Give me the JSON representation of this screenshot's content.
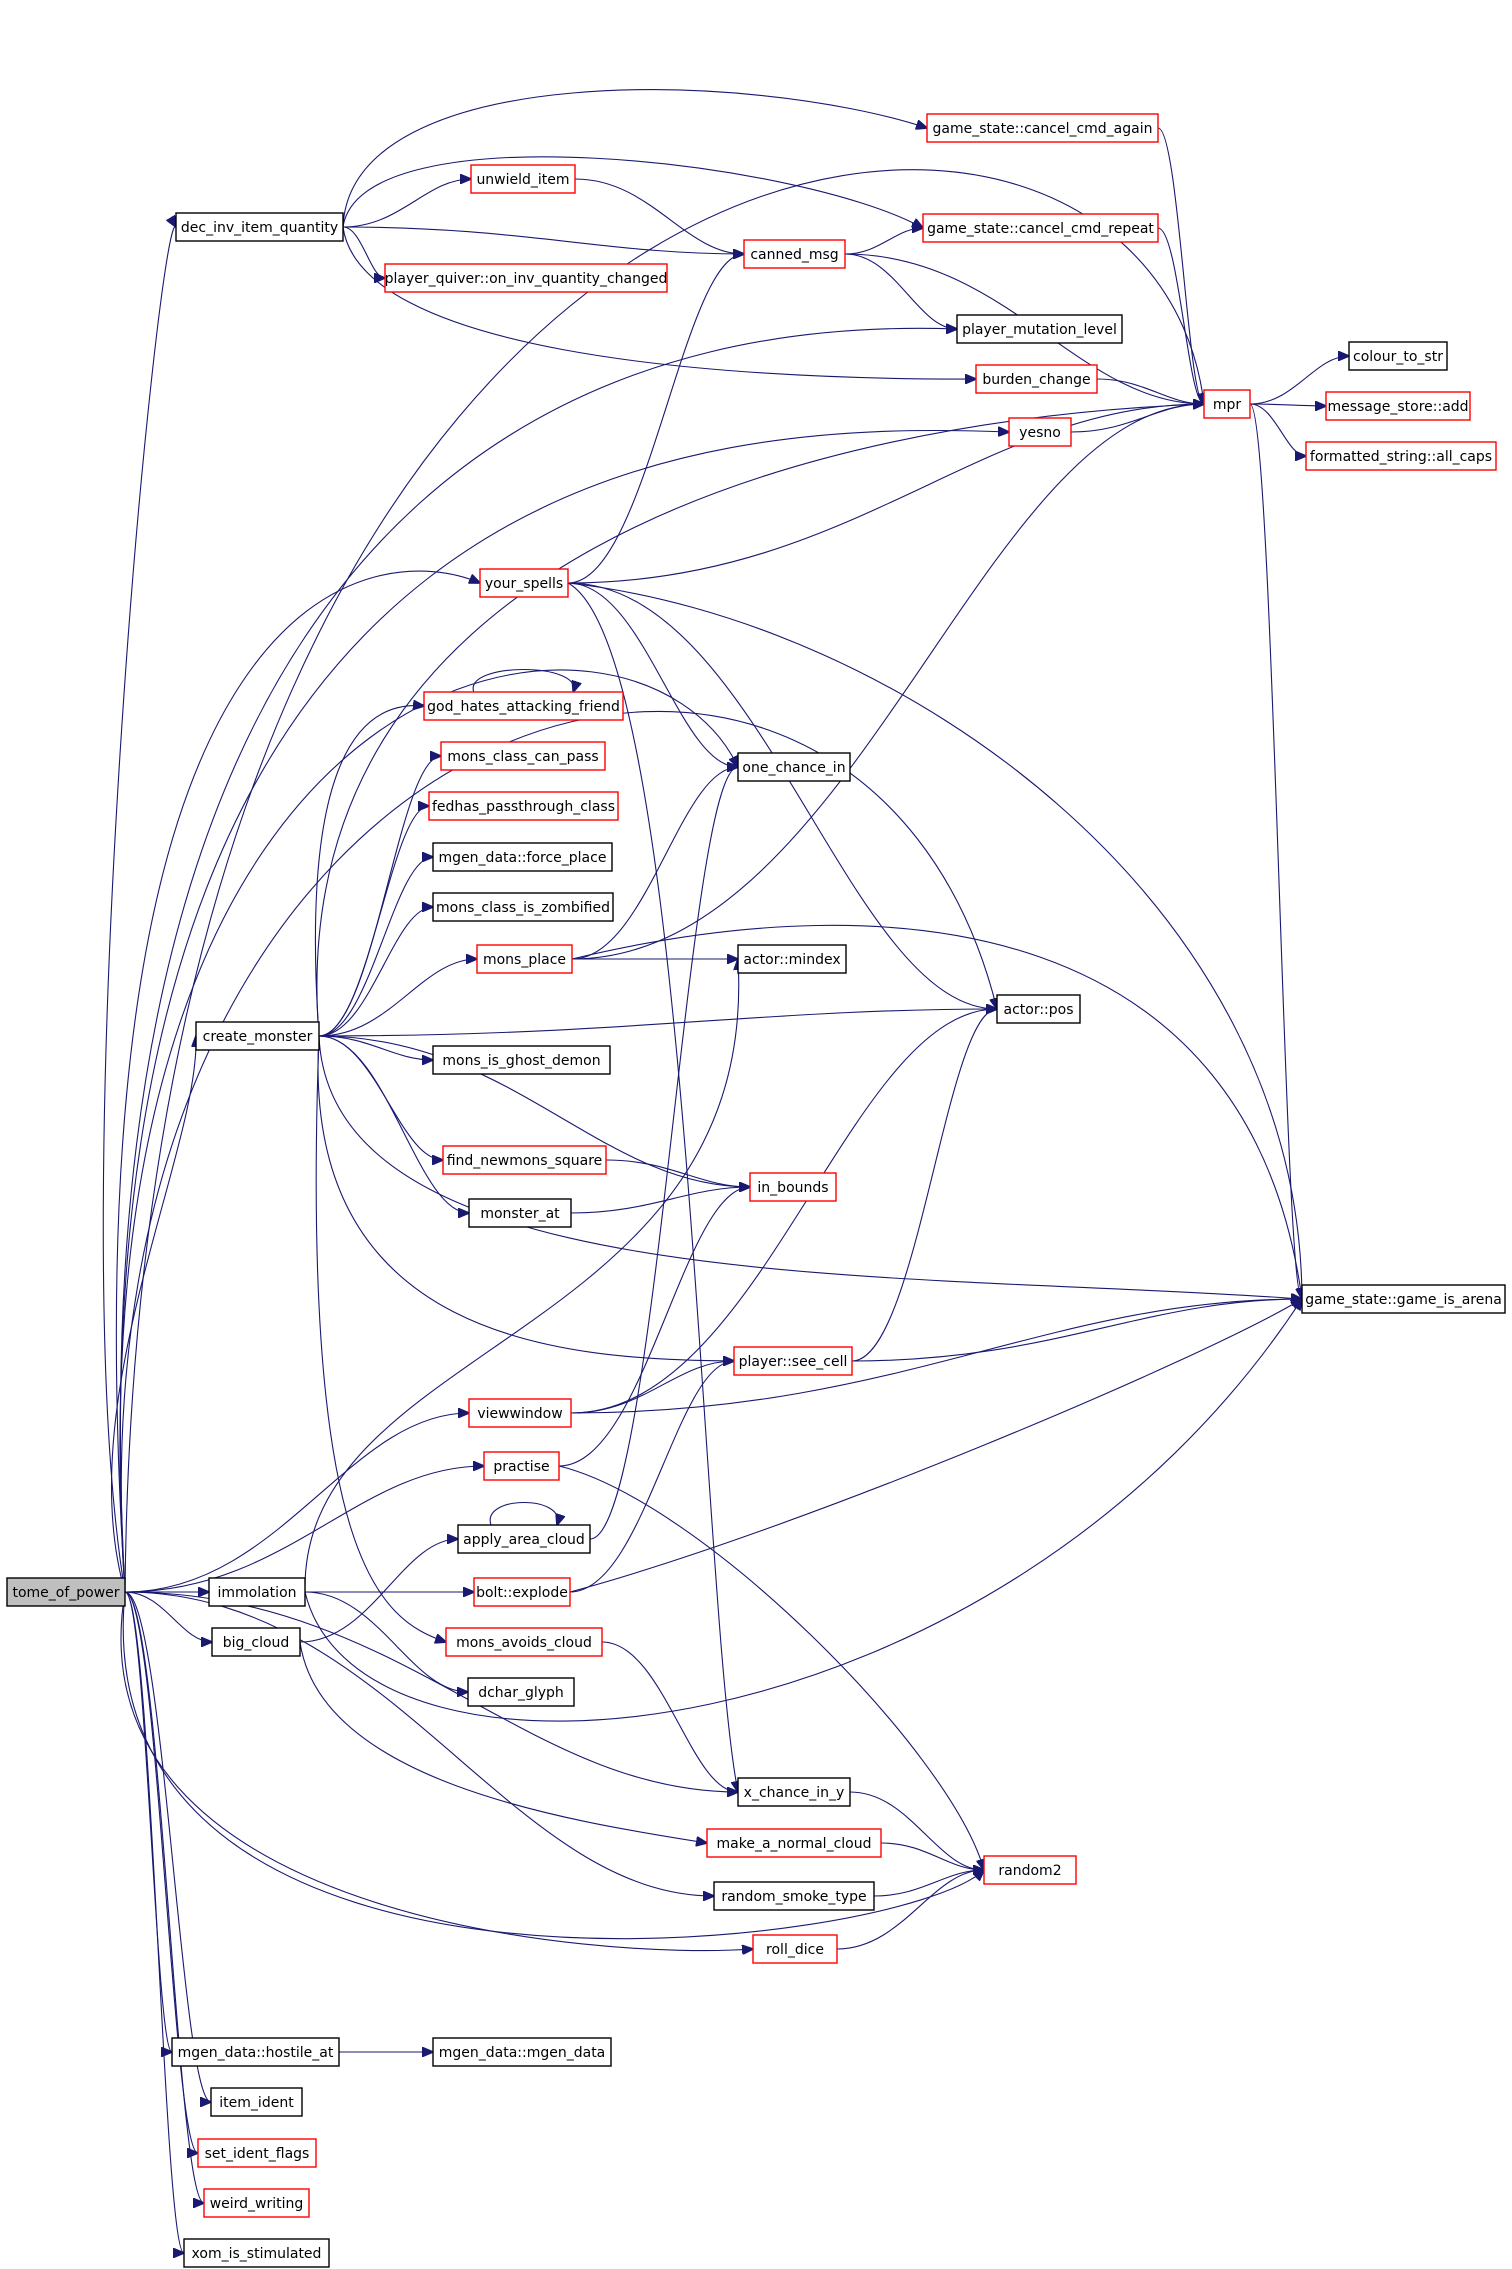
{
  "colors": {
    "edge": "#191970",
    "node_border_black": "#000000",
    "node_border_red": "#ff0000",
    "root_fill": "#bfbfbf",
    "node_fill": "#ffffff"
  },
  "nodes": [
    {
      "id": "tome_of_power",
      "label": "tome_of_power",
      "border": "black",
      "root": true
    },
    {
      "id": "dec_inv_item_quantity",
      "label": "dec_inv_item_quantity",
      "border": "black"
    },
    {
      "id": "unwield_item",
      "label": "unwield_item",
      "border": "red"
    },
    {
      "id": "player_quiver_on_inv_quantity_changed",
      "label": "player_quiver::on_inv_quantity_changed",
      "border": "red"
    },
    {
      "id": "canned_msg",
      "label": "canned_msg",
      "border": "red"
    },
    {
      "id": "game_state_cancel_cmd_again",
      "label": "game_state::cancel_cmd_again",
      "border": "red"
    },
    {
      "id": "game_state_cancel_cmd_repeat",
      "label": "game_state::cancel_cmd_repeat",
      "border": "red"
    },
    {
      "id": "player_mutation_level",
      "label": "player_mutation_level",
      "border": "black"
    },
    {
      "id": "burden_change",
      "label": "burden_change",
      "border": "red"
    },
    {
      "id": "yesno",
      "label": "yesno",
      "border": "red"
    },
    {
      "id": "mpr",
      "label": "mpr",
      "border": "red"
    },
    {
      "id": "colour_to_str",
      "label": "colour_to_str",
      "border": "black"
    },
    {
      "id": "message_store_add",
      "label": "message_store::add",
      "border": "red"
    },
    {
      "id": "formatted_string_all_caps",
      "label": "formatted_string::all_caps",
      "border": "red"
    },
    {
      "id": "your_spells",
      "label": "your_spells",
      "border": "red"
    },
    {
      "id": "god_hates_attacking_friend",
      "label": "god_hates_attacking_friend",
      "border": "red"
    },
    {
      "id": "mons_class_can_pass",
      "label": "mons_class_can_pass",
      "border": "red"
    },
    {
      "id": "fedhas_passthrough_class",
      "label": "fedhas_passthrough_class",
      "border": "red"
    },
    {
      "id": "mgen_data_force_place",
      "label": "mgen_data::force_place",
      "border": "black"
    },
    {
      "id": "mons_class_is_zombified",
      "label": "mons_class_is_zombified",
      "border": "black"
    },
    {
      "id": "mons_place",
      "label": "mons_place",
      "border": "red"
    },
    {
      "id": "one_chance_in",
      "label": "one_chance_in",
      "border": "black"
    },
    {
      "id": "actor_mindex",
      "label": "actor::mindex",
      "border": "black"
    },
    {
      "id": "create_monster",
      "label": "create_monster",
      "border": "black"
    },
    {
      "id": "actor_pos",
      "label": "actor::pos",
      "border": "black"
    },
    {
      "id": "mons_is_ghost_demon",
      "label": "mons_is_ghost_demon",
      "border": "black"
    },
    {
      "id": "find_newmons_square",
      "label": "find_newmons_square",
      "border": "red"
    },
    {
      "id": "in_bounds",
      "label": "in_bounds",
      "border": "red"
    },
    {
      "id": "monster_at",
      "label": "monster_at",
      "border": "black"
    },
    {
      "id": "game_state_game_is_arena",
      "label": "game_state::game_is_arena",
      "border": "black"
    },
    {
      "id": "player_see_cell",
      "label": "player::see_cell",
      "border": "red"
    },
    {
      "id": "viewwindow",
      "label": "viewwindow",
      "border": "red"
    },
    {
      "id": "practise",
      "label": "practise",
      "border": "red"
    },
    {
      "id": "apply_area_cloud",
      "label": "apply_area_cloud",
      "border": "black"
    },
    {
      "id": "immolation",
      "label": "immolation",
      "border": "black"
    },
    {
      "id": "bolt_explode",
      "label": "bolt::explode",
      "border": "red"
    },
    {
      "id": "big_cloud",
      "label": "big_cloud",
      "border": "black"
    },
    {
      "id": "mons_avoids_cloud",
      "label": "mons_avoids_cloud",
      "border": "red"
    },
    {
      "id": "dchar_glyph",
      "label": "dchar_glyph",
      "border": "black"
    },
    {
      "id": "x_chance_in_y",
      "label": "x_chance_in_y",
      "border": "black"
    },
    {
      "id": "make_a_normal_cloud",
      "label": "make_a_normal_cloud",
      "border": "red"
    },
    {
      "id": "random2",
      "label": "random2",
      "border": "red"
    },
    {
      "id": "random_smoke_type",
      "label": "random_smoke_type",
      "border": "black"
    },
    {
      "id": "roll_dice",
      "label": "roll_dice",
      "border": "red"
    },
    {
      "id": "mgen_data_hostile_at",
      "label": "mgen_data::hostile_at",
      "border": "black"
    },
    {
      "id": "mgen_data_mgen_data",
      "label": "mgen_data::mgen_data",
      "border": "black"
    },
    {
      "id": "item_ident",
      "label": "item_ident",
      "border": "black"
    },
    {
      "id": "set_ident_flags",
      "label": "set_ident_flags",
      "border": "red"
    },
    {
      "id": "weird_writing",
      "label": "weird_writing",
      "border": "red"
    },
    {
      "id": "xom_is_stimulated",
      "label": "xom_is_stimulated",
      "border": "black"
    }
  ],
  "edges": [
    [
      "tome_of_power",
      "dec_inv_item_quantity"
    ],
    [
      "tome_of_power",
      "mpr"
    ],
    [
      "tome_of_power",
      "player_mutation_level"
    ],
    [
      "tome_of_power",
      "yesno"
    ],
    [
      "tome_of_power",
      "your_spells"
    ],
    [
      "tome_of_power",
      "one_chance_in"
    ],
    [
      "tome_of_power",
      "actor_pos"
    ],
    [
      "tome_of_power",
      "create_monster"
    ],
    [
      "tome_of_power",
      "viewwindow"
    ],
    [
      "tome_of_power",
      "practise"
    ],
    [
      "tome_of_power",
      "immolation"
    ],
    [
      "tome_of_power",
      "big_cloud"
    ],
    [
      "tome_of_power",
      "x_chance_in_y"
    ],
    [
      "tome_of_power",
      "random_smoke_type"
    ],
    [
      "tome_of_power",
      "roll_dice"
    ],
    [
      "tome_of_power",
      "random2"
    ],
    [
      "tome_of_power",
      "mgen_data_hostile_at"
    ],
    [
      "tome_of_power",
      "item_ident"
    ],
    [
      "tome_of_power",
      "set_ident_flags"
    ],
    [
      "tome_of_power",
      "weird_writing"
    ],
    [
      "tome_of_power",
      "xom_is_stimulated"
    ],
    [
      "dec_inv_item_quantity",
      "game_state_cancel_cmd_again"
    ],
    [
      "dec_inv_item_quantity",
      "game_state_cancel_cmd_repeat"
    ],
    [
      "dec_inv_item_quantity",
      "unwield_item"
    ],
    [
      "dec_inv_item_quantity",
      "canned_msg"
    ],
    [
      "dec_inv_item_quantity",
      "player_quiver_on_inv_quantity_changed"
    ],
    [
      "dec_inv_item_quantity",
      "burden_change"
    ],
    [
      "unwield_item",
      "canned_msg"
    ],
    [
      "canned_msg",
      "game_state_cancel_cmd_repeat"
    ],
    [
      "canned_msg",
      "player_mutation_level"
    ],
    [
      "canned_msg",
      "mpr"
    ],
    [
      "game_state_cancel_cmd_again",
      "mpr"
    ],
    [
      "game_state_cancel_cmd_repeat",
      "mpr"
    ],
    [
      "burden_change",
      "mpr"
    ],
    [
      "yesno",
      "mpr"
    ],
    [
      "mpr",
      "colour_to_str"
    ],
    [
      "mpr",
      "message_store_add"
    ],
    [
      "mpr",
      "formatted_string_all_caps"
    ],
    [
      "mpr",
      "game_state_game_is_arena"
    ],
    [
      "your_spells",
      "canned_msg"
    ],
    [
      "your_spells",
      "mpr"
    ],
    [
      "your_spells",
      "one_chance_in"
    ],
    [
      "your_spells",
      "actor_pos"
    ],
    [
      "your_spells",
      "game_state_game_is_arena"
    ],
    [
      "your_spells",
      "x_chance_in_y"
    ],
    [
      "create_monster",
      "god_hates_attacking_friend"
    ],
    [
      "create_monster",
      "mons_class_can_pass"
    ],
    [
      "create_monster",
      "fedhas_passthrough_class"
    ],
    [
      "create_monster",
      "mgen_data_force_place"
    ],
    [
      "create_monster",
      "mons_class_is_zombified"
    ],
    [
      "create_monster",
      "mons_place"
    ],
    [
      "create_monster",
      "actor_pos"
    ],
    [
      "create_monster",
      "mons_is_ghost_demon"
    ],
    [
      "create_monster",
      "find_newmons_square"
    ],
    [
      "create_monster",
      "monster_at"
    ],
    [
      "create_monster",
      "in_bounds"
    ],
    [
      "create_monster",
      "game_state_game_is_arena"
    ],
    [
      "create_monster",
      "player_see_cell"
    ],
    [
      "create_monster",
      "mpr"
    ],
    [
      "create_monster",
      "mons_avoids_cloud"
    ],
    [
      "god_hates_attacking_friend",
      "god_hates_attacking_friend"
    ],
    [
      "mons_place",
      "one_chance_in"
    ],
    [
      "mons_place",
      "actor_mindex"
    ],
    [
      "mons_place",
      "mpr"
    ],
    [
      "mons_place",
      "game_state_game_is_arena"
    ],
    [
      "find_newmons_square",
      "in_bounds"
    ],
    [
      "monster_at",
      "in_bounds"
    ],
    [
      "player_see_cell",
      "actor_pos"
    ],
    [
      "player_see_cell",
      "game_state_game_is_arena"
    ],
    [
      "viewwindow",
      "player_see_cell"
    ],
    [
      "viewwindow",
      "actor_pos"
    ],
    [
      "viewwindow",
      "game_state_game_is_arena"
    ],
    [
      "practise",
      "in_bounds"
    ],
    [
      "practise",
      "random2"
    ],
    [
      "apply_area_cloud",
      "apply_area_cloud"
    ],
    [
      "apply_area_cloud",
      "one_chance_in"
    ],
    [
      "immolation",
      "actor_mindex"
    ],
    [
      "immolation",
      "bolt_explode"
    ],
    [
      "immolation",
      "dchar_glyph"
    ],
    [
      "immolation",
      "game_state_game_is_arena"
    ],
    [
      "big_cloud",
      "apply_area_cloud"
    ],
    [
      "big_cloud",
      "make_a_normal_cloud"
    ],
    [
      "bolt_explode",
      "player_see_cell"
    ],
    [
      "bolt_explode",
      "game_state_game_is_arena"
    ],
    [
      "mons_avoids_cloud",
      "x_chance_in_y"
    ],
    [
      "x_chance_in_y",
      "random2"
    ],
    [
      "make_a_normal_cloud",
      "random2"
    ],
    [
      "random_smoke_type",
      "random2"
    ],
    [
      "roll_dice",
      "random2"
    ],
    [
      "mgen_data_hostile_at",
      "mgen_data_mgen_data"
    ]
  ]
}
